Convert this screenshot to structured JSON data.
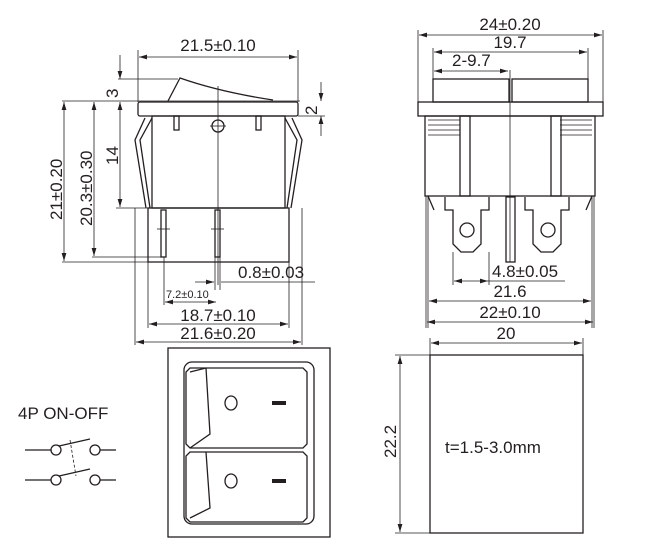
{
  "front_view": {
    "width_top": "21.5±0.10",
    "rocker_height": "3",
    "flange_thickness": "2",
    "total_height": "21±0.20",
    "pin_height": "20.3±0.30",
    "body_height": "14",
    "pin_thickness": "0.8±0.03",
    "pin_spacing": "7.2±0.10",
    "body_width": "18.7±0.10",
    "clip_width": "21.6±0.20"
  },
  "side_view": {
    "overall_width": "24±0.20",
    "rocker_span": "19.7",
    "rocker_width": "2-9.7",
    "terminal_width": "4.8±0.05",
    "clip_span": "21.6",
    "body_width": "22±0.10"
  },
  "panel_cutout": {
    "width": "20",
    "height": "22.2",
    "thickness": "t=1.5-3.0mm"
  },
  "schematic": {
    "label": "4P  ON-OFF"
  },
  "rocker_marks": [
    "O",
    "—"
  ]
}
